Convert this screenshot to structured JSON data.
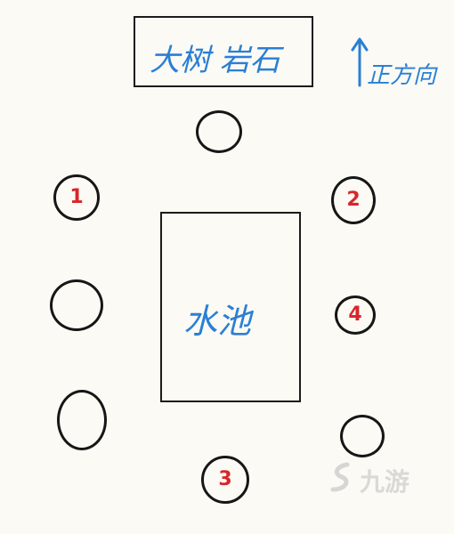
{
  "top_box": {
    "label": "大树 岩石"
  },
  "direction": {
    "label": "正方向"
  },
  "center_box": {
    "label": "水池"
  },
  "spots": [
    {
      "number": "1"
    },
    {
      "number": "2"
    },
    {
      "number": ""
    },
    {
      "number": "4"
    },
    {
      "number": ""
    },
    {
      "number": ""
    },
    {
      "number": "3"
    },
    {
      "number": ""
    }
  ],
  "watermark": {
    "text": "九游"
  },
  "colors": {
    "annotation_blue": "#2a7fd4",
    "number_red": "#d8262b",
    "ink": "#161616"
  }
}
